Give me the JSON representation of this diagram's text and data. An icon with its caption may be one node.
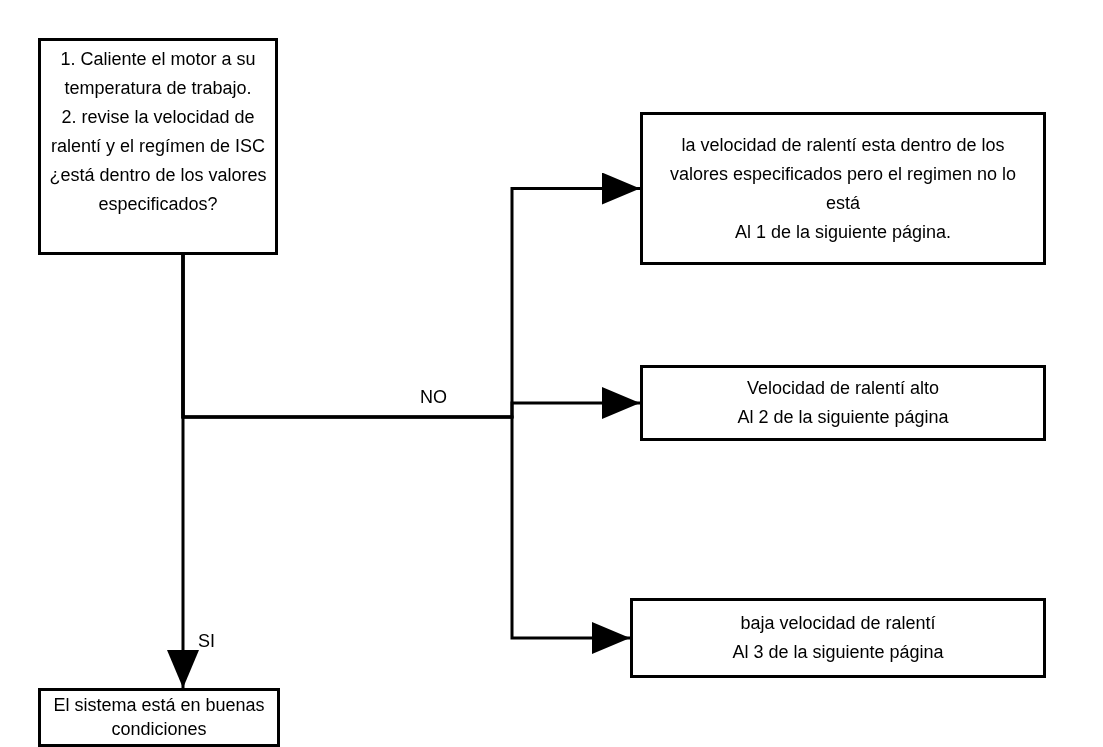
{
  "diagram": {
    "nodes": [
      {
        "text": [
          "1. Caliente el motor a su temperatura de trabajo.",
          "2. revise la velocidad de ralentí y el regímen de ISC ¿está dentro de los valores especificados?"
        ]
      },
      {
        "text": [
          "la velocidad de ralentí esta dentro de los valores especificados pero el regimen no lo está",
          "Al 1 de la siguiente página."
        ]
      },
      {
        "text": [
          "Velocidad de ralentí alto",
          "Al 2 de la siguiente página"
        ]
      },
      {
        "text": [
          "baja velocidad de ralentí",
          "Al 3 de la siguiente página"
        ]
      },
      {
        "text": [
          "El sistema está en buenas condiciones"
        ]
      }
    ],
    "edges": [
      {
        "from": 0,
        "to": 4,
        "arrow": "to",
        "label": "SI"
      },
      {
        "from": 0,
        "to": 1,
        "arrow": "to"
      },
      {
        "from": 0,
        "to": 2,
        "arrow": "to",
        "label": "NO"
      },
      {
        "from": 0,
        "to": 3,
        "arrow": "to"
      }
    ]
  }
}
